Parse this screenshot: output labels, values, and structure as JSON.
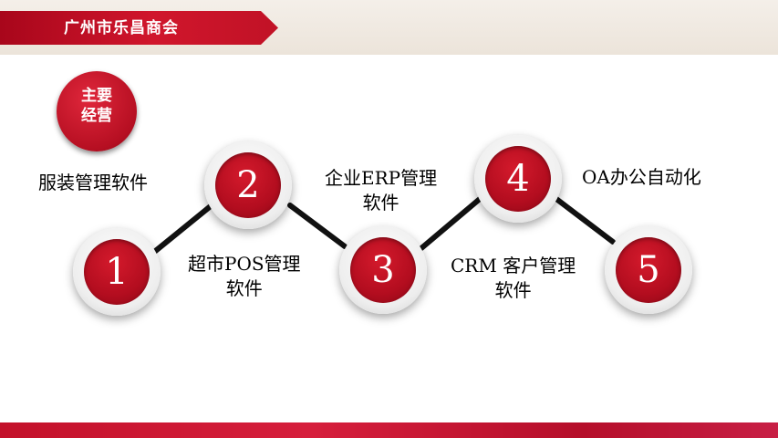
{
  "header": {
    "title": "广州市乐昌商会"
  },
  "badge": {
    "line1": "主要",
    "line2": "经营"
  },
  "steps": [
    {
      "number": "1",
      "label": [
        "服装管理软件"
      ]
    },
    {
      "number": "2",
      "label": [
        "超市POS管理",
        "软件"
      ]
    },
    {
      "number": "3",
      "label": [
        "企业ERP管理",
        "软件"
      ]
    },
    {
      "number": "4",
      "label": [
        "CRM 客户管理",
        "软件"
      ]
    },
    {
      "number": "5",
      "label": [
        "OA办公自动化"
      ]
    }
  ],
  "colors": {
    "accent": "#c0111f",
    "dark_red": "#8a0816",
    "text": "#000000"
  }
}
